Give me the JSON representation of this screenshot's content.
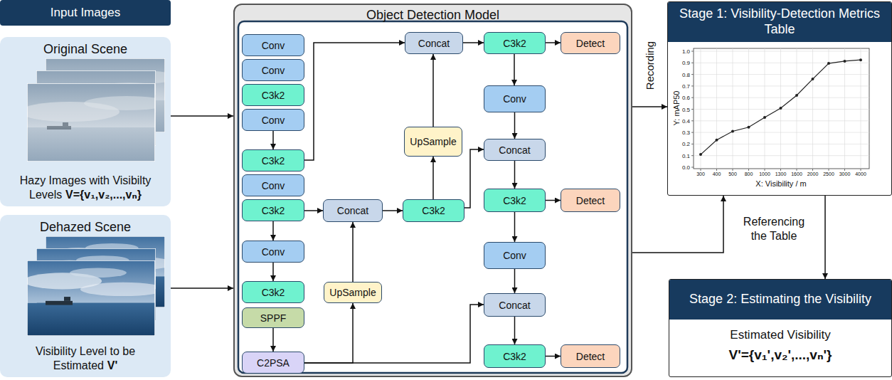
{
  "diagram": {
    "nodes": [
      {
        "text": [
          "Input Images"
        ]
      },
      {
        "text": [
          "Original Scene",
          "Hazy Images with Visibilty Levels",
          "V={v₁,v₂,...,vₙ}"
        ]
      },
      {
        "text": [
          "Dehazed Scene",
          "Visibility Level to be Estimated",
          "V'"
        ]
      },
      {
        "text": [
          "Object Detection Model"
        ]
      },
      {
        "text": [
          "Conv"
        ],
        "in": 3
      },
      {
        "text": [
          "Conv"
        ],
        "in": 3
      },
      {
        "text": [
          "C3k2"
        ],
        "in": 3
      },
      {
        "text": [
          "Conv"
        ],
        "in": 3
      },
      {
        "text": [
          "C3k2"
        ],
        "in": 3
      },
      {
        "text": [
          "Conv"
        ],
        "in": 3
      },
      {
        "text": [
          "C3k2"
        ],
        "in": 3
      },
      {
        "text": [
          "Conv"
        ],
        "in": 3
      },
      {
        "text": [
          "C3k2"
        ],
        "in": 3
      },
      {
        "text": [
          "SPPF"
        ],
        "in": 3
      },
      {
        "text": [
          "C2PSA"
        ],
        "in": 3
      },
      {
        "text": [
          "Concat"
        ],
        "in": 3
      },
      {
        "text": [
          "UpSample"
        ],
        "in": 3
      },
      {
        "text": [
          "Concat"
        ],
        "in": 3
      },
      {
        "text": [
          "UpSample"
        ],
        "in": 3
      },
      {
        "text": [
          "C3k2"
        ],
        "in": 3
      },
      {
        "text": [
          "C3k2"
        ],
        "in": 3
      },
      {
        "text": [
          "Conv"
        ],
        "in": 3
      },
      {
        "text": [
          "Concat"
        ],
        "in": 3
      },
      {
        "text": [
          "C3k2"
        ],
        "in": 3
      },
      {
        "text": [
          "Conv"
        ],
        "in": 3
      },
      {
        "text": [
          "Concat"
        ],
        "in": 3
      },
      {
        "text": [
          "C3k2"
        ],
        "in": 3
      },
      {
        "text": [
          "Detect"
        ],
        "in": 3
      },
      {
        "text": [
          "Detect"
        ],
        "in": 3
      },
      {
        "text": [
          "Detect"
        ],
        "in": 3
      },
      {
        "text": [
          "Stage 1: Visibility-Detection Metrics Table"
        ]
      },
      {
        "text": [
          "Stage 2: Estimating the Visibility",
          "Estimated Visibility",
          "V'={v₁',v₂',...,vₙ'}"
        ]
      }
    ],
    "edges": [
      {
        "from": 1,
        "to": 3,
        "arrow": "to"
      },
      {
        "from": 2,
        "to": 3,
        "arrow": "to"
      },
      {
        "from": 3,
        "to": 30,
        "label": "Recording",
        "arrow": "to"
      },
      {
        "from": 3,
        "to": 30,
        "arrow": "to"
      },
      {
        "from": 30,
        "to": 31,
        "label": "Referencing the Table",
        "arrow": "to"
      },
      {
        "from": 7,
        "to": 8,
        "arrow": "to"
      },
      {
        "from": 10,
        "to": 11,
        "arrow": "to"
      },
      {
        "from": 11,
        "to": 12,
        "arrow": "to"
      },
      {
        "from": 13,
        "to": 14,
        "arrow": "to"
      },
      {
        "from": 8,
        "to": 17,
        "arrow": "to"
      },
      {
        "from": 10,
        "to": 15,
        "arrow": "to"
      },
      {
        "from": 14,
        "to": 16,
        "arrow": "to"
      },
      {
        "from": 16,
        "to": 15,
        "arrow": "to"
      },
      {
        "from": 14,
        "to": 25,
        "arrow": "to"
      },
      {
        "from": 15,
        "to": 19,
        "arrow": "to"
      },
      {
        "from": 19,
        "to": 18,
        "arrow": "to"
      },
      {
        "from": 18,
        "to": 17,
        "arrow": "to"
      },
      {
        "from": 19,
        "to": 22,
        "arrow": "to"
      },
      {
        "from": 17,
        "to": 20,
        "arrow": "to"
      },
      {
        "from": 20,
        "to": 27,
        "arrow": "to"
      },
      {
        "from": 20,
        "to": 21,
        "arrow": "to"
      },
      {
        "from": 21,
        "to": 22,
        "arrow": "to"
      },
      {
        "from": 22,
        "to": 23,
        "arrow": "to"
      },
      {
        "from": 23,
        "to": 28,
        "arrow": "to"
      },
      {
        "from": 23,
        "to": 24,
        "arrow": "to"
      },
      {
        "from": 24,
        "to": 25,
        "arrow": "to"
      },
      {
        "from": 25,
        "to": 26,
        "arrow": "to"
      },
      {
        "from": 26,
        "to": 29,
        "arrow": "to"
      }
    ],
    "labels": [
      "0.0",
      "0.1",
      "0.2",
      "0.3",
      "0.4",
      "0.5",
      "0.6",
      "0.7",
      "0.8",
      "0.9",
      "1.0",
      "300",
      "400",
      "500",
      "800",
      "1000",
      "1300",
      "1600",
      "2000",
      "2500",
      "3000",
      "4000",
      "Y: mAP50",
      "X: Visibility / m"
    ]
  }
}
